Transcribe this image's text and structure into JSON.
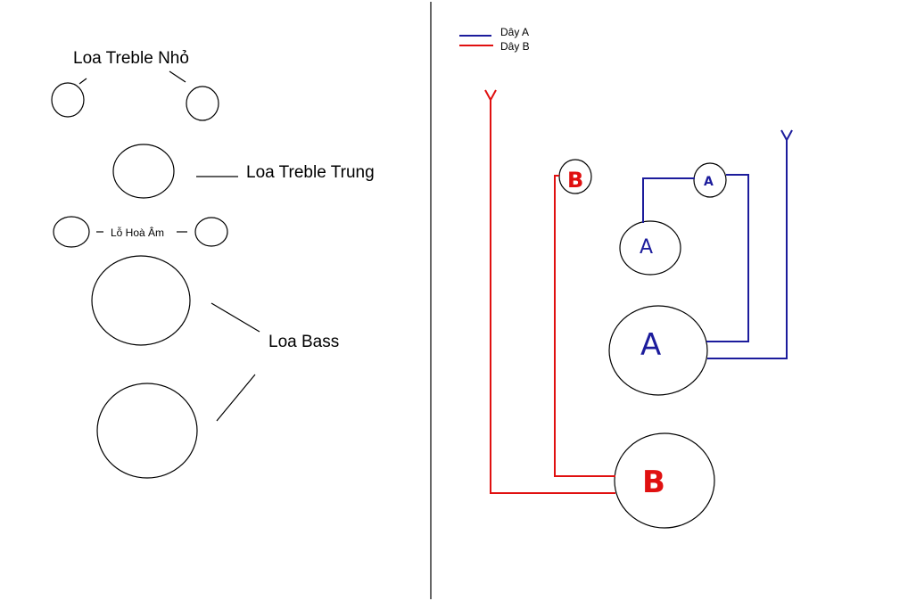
{
  "labels": {
    "treble_small": "Loa Treble Nhỏ",
    "treble_mid": "Loa Treble Trung",
    "port": "Lỗ Hoà Âm",
    "bass": "Loa Bass"
  },
  "legend": {
    "wire_a": "Dây A",
    "wire_b": "Dây B"
  },
  "markers": {
    "a": "A",
    "b": "B"
  },
  "colors": {
    "wire_a": "#1c1c9c",
    "wire_b": "#e01010",
    "ink": "#000000"
  }
}
